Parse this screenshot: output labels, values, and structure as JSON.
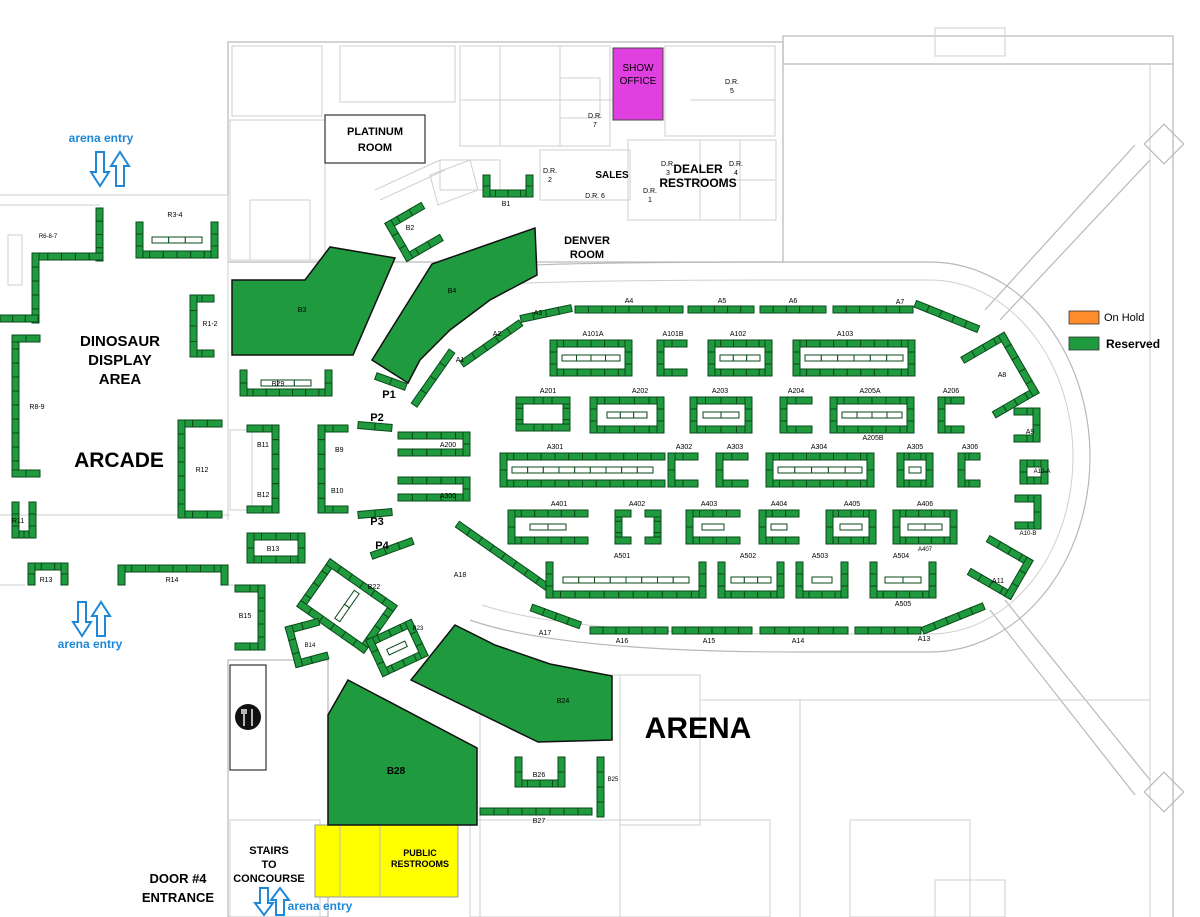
{
  "legend": {
    "on_hold": {
      "label": "On Hold",
      "color": "#ff8c2a"
    },
    "reserved": {
      "label": "Reserved",
      "color": "#1f9a3e"
    }
  },
  "colors": {
    "booth": "#1f9a3e",
    "show_office": "#e040e0",
    "restrooms": "#ffff00",
    "entry": "#1e88d6"
  },
  "areas": {
    "platinum_room": [
      "PLATINUM",
      "ROOM"
    ],
    "show_office": [
      "SHOW",
      "OFFICE"
    ],
    "dealer_restrooms": [
      "DEALER",
      "RESTROOMS"
    ],
    "sales": "SALES",
    "denver_room": [
      "DENVER",
      "ROOM"
    ],
    "dinosaur": [
      "DINOSAUR",
      "DISPLAY",
      "AREA"
    ],
    "arcade": "ARCADE",
    "arena": "ARENA",
    "public_restrooms": [
      "PUBLIC",
      "RESTROOMS"
    ],
    "stairs": [
      "STAIRS",
      "TO",
      "CONCOURSE"
    ],
    "door": [
      "DOOR #4",
      "ENTRANCE"
    ],
    "dr": [
      "D.R.",
      "5",
      "D.R.",
      "7",
      "D.R.",
      "3",
      "D.R.",
      "4",
      "D.R.",
      "2",
      "D.R.",
      "1",
      "D.R. 6"
    ],
    "restaurant_icon": "fork-knife-icon"
  },
  "entries": [
    "arena entry",
    "arena entry",
    "arena entry"
  ],
  "booths": {
    "B1": "B1",
    "B2": "B2",
    "B3": "B3",
    "B4": "B4",
    "B9": "B9",
    "B10": "B10",
    "B11": "B11",
    "B12": "B12",
    "B13": "B13",
    "B14": "B14",
    "B15": "B15",
    "B22": "B22",
    "B23": "B23",
    "B24": "B24",
    "B25": "B25",
    "B26": "B26",
    "B27": "B27",
    "B28": "B28",
    "B29": "B29",
    "R1_2": "R1-2",
    "R3_4": "R3-4",
    "R6_8_7": "R6-8-7",
    "R8_9": "R8-9",
    "R11": "R11",
    "R12": "R12",
    "R13": "R13",
    "R14": "R14",
    "P1": "P1",
    "P2": "P2",
    "P3": "P3",
    "P4": "P4",
    "A1": "A1",
    "A2": "A2",
    "A3": "A3",
    "A4": "A4",
    "A5": "A5",
    "A6": "A6",
    "A7": "A7",
    "A8": "A8",
    "A9": "A9",
    "A10_A": "A10-A",
    "A10_B": "A10-B",
    "A11": "A11",
    "A13": "A13",
    "A14": "A14",
    "A15": "A15",
    "A16": "A16",
    "A17": "A17",
    "A18": "A18",
    "A101A": "A101A",
    "A101B": "A101B",
    "A102": "A102",
    "A103": "A103",
    "A200": "A200",
    "A201": "A201",
    "A202": "A202",
    "A203": "A203",
    "A204": "A204",
    "A205A": "A205A",
    "A205B": "A205B",
    "A206": "A206",
    "A300": "A300",
    "A301": "A301",
    "A302": "A302",
    "A303": "A303",
    "A304": "A304",
    "A305": "A305",
    "A306": "A306",
    "A401": "A401",
    "A402": "A402",
    "A403": "A403",
    "A404": "A404",
    "A405": "A405",
    "A406": "A406",
    "A407": "A407",
    "A501": "A501",
    "A502": "A502",
    "A503": "A503",
    "A504": "A504",
    "A505": "A505"
  }
}
